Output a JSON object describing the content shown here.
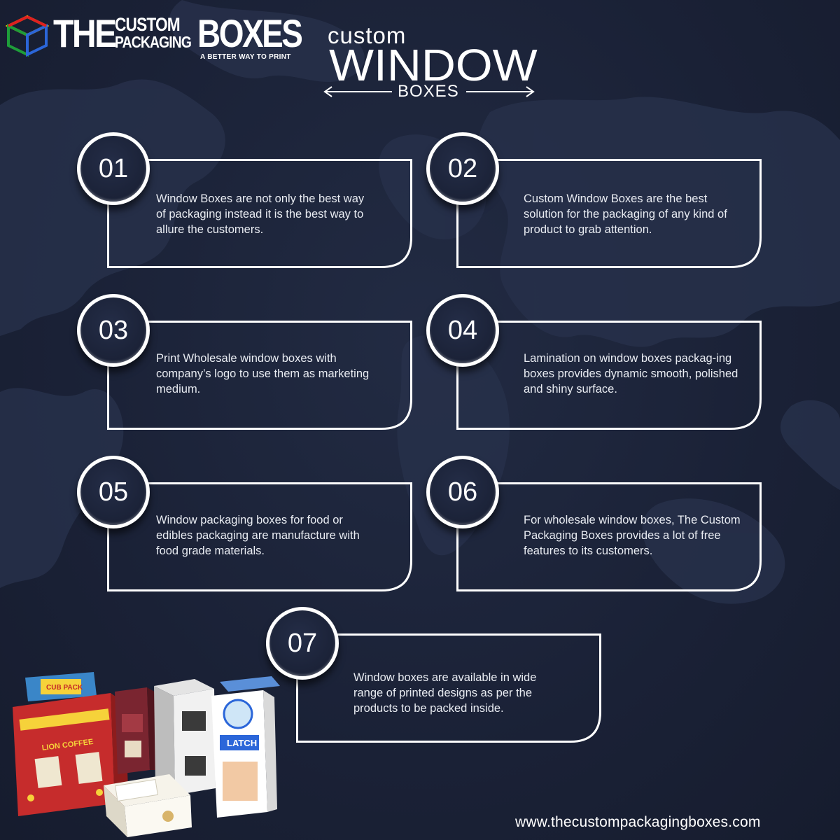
{
  "brand": {
    "the": "THE",
    "custom": "CUSTOM",
    "packaging": "PACKAGING",
    "boxes": "BOXES",
    "tagline": "A BETTER WAY TO PRINT",
    "colors": [
      "#e02020",
      "#1e9d3a",
      "#2b66d9",
      "#f5c400"
    ]
  },
  "title": {
    "small": "custom",
    "big": "WINDOW",
    "sub": "BOXES"
  },
  "cards": [
    {
      "number": "01",
      "text": "Window Boxes are not only the best way of packaging instead it is the best way to allure the customers."
    },
    {
      "number": "02",
      "text": "Custom  Window Boxes are the best solution for the packaging of any kind of product to grab attention."
    },
    {
      "number": "03",
      "text": "Print Wholesale window boxes with company’s logo to use them as marketing medium."
    },
    {
      "number": "04",
      "text": "Lamination on window boxes packag-ing boxes provides dynamic smooth, polished and shiny surface."
    },
    {
      "number": "05",
      "text": "Window packaging boxes for food or edibles packaging are manufacture with food grade materials."
    },
    {
      "number": "06",
      "text": "For wholesale window boxes, The Custom Packaging Boxes provides a lot of free features to its customers."
    },
    {
      "number": "07",
      "text": "Window boxes are available in wide range of printed designs as per the products to be packed inside."
    }
  ],
  "products": {
    "box1_brand": "LION COFFEE",
    "box1_top": "CUB PACK",
    "box3_brand": "LATCH"
  },
  "website": "www.thecustompackagingboxes.com",
  "colors": {
    "background": "#1b2237",
    "map": "#2a3450",
    "frame": "#ffffff",
    "text": "#e9ecf2"
  }
}
